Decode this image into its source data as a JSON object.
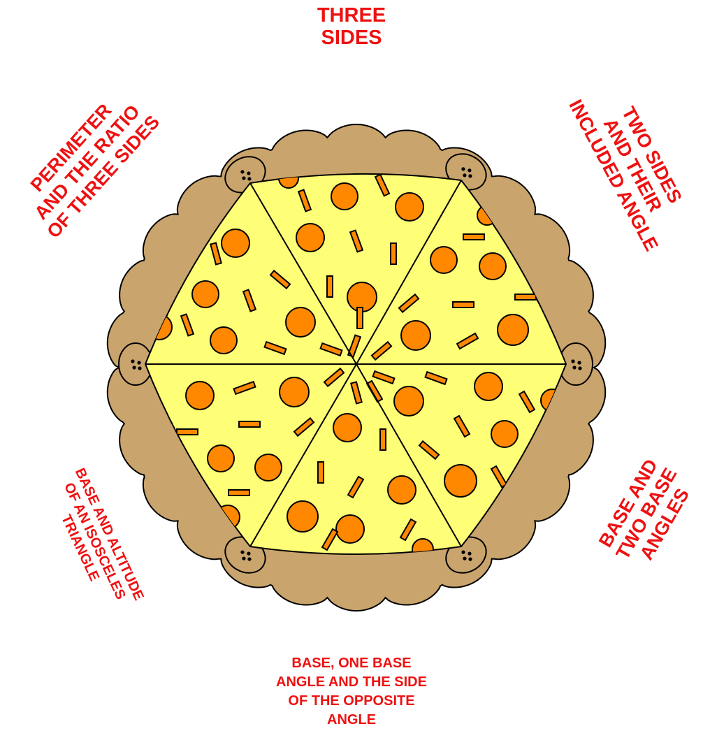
{
  "labels": {
    "top": [
      "THREE",
      "SIDES"
    ],
    "top_left": [
      "PERIMETER",
      "AND THE RATIO",
      "OF THREE SIDES"
    ],
    "top_right": [
      "TWO SIDES",
      "AND THEIR",
      "INCLUDED ANGLE"
    ],
    "bottom_left": [
      "BASE AND ALTITUDE",
      "OF AN ISOSCELES",
      "TRIANGLE"
    ],
    "bottom_right": [
      "BASE AND",
      "TWO BASE",
      "ANGLES"
    ],
    "bottom": [
      "BASE, ONE BASE",
      "ANGLE AND THE SIDE",
      "OF THE OPPOSITE",
      "ANGLE"
    ]
  },
  "pizza": {
    "slice_count": 6,
    "colors": {
      "crust": "#c9a46c",
      "cheese": "#ffff77",
      "pepperoni": "#ff8800",
      "outline": "#000000",
      "text": "#ee1111"
    }
  }
}
